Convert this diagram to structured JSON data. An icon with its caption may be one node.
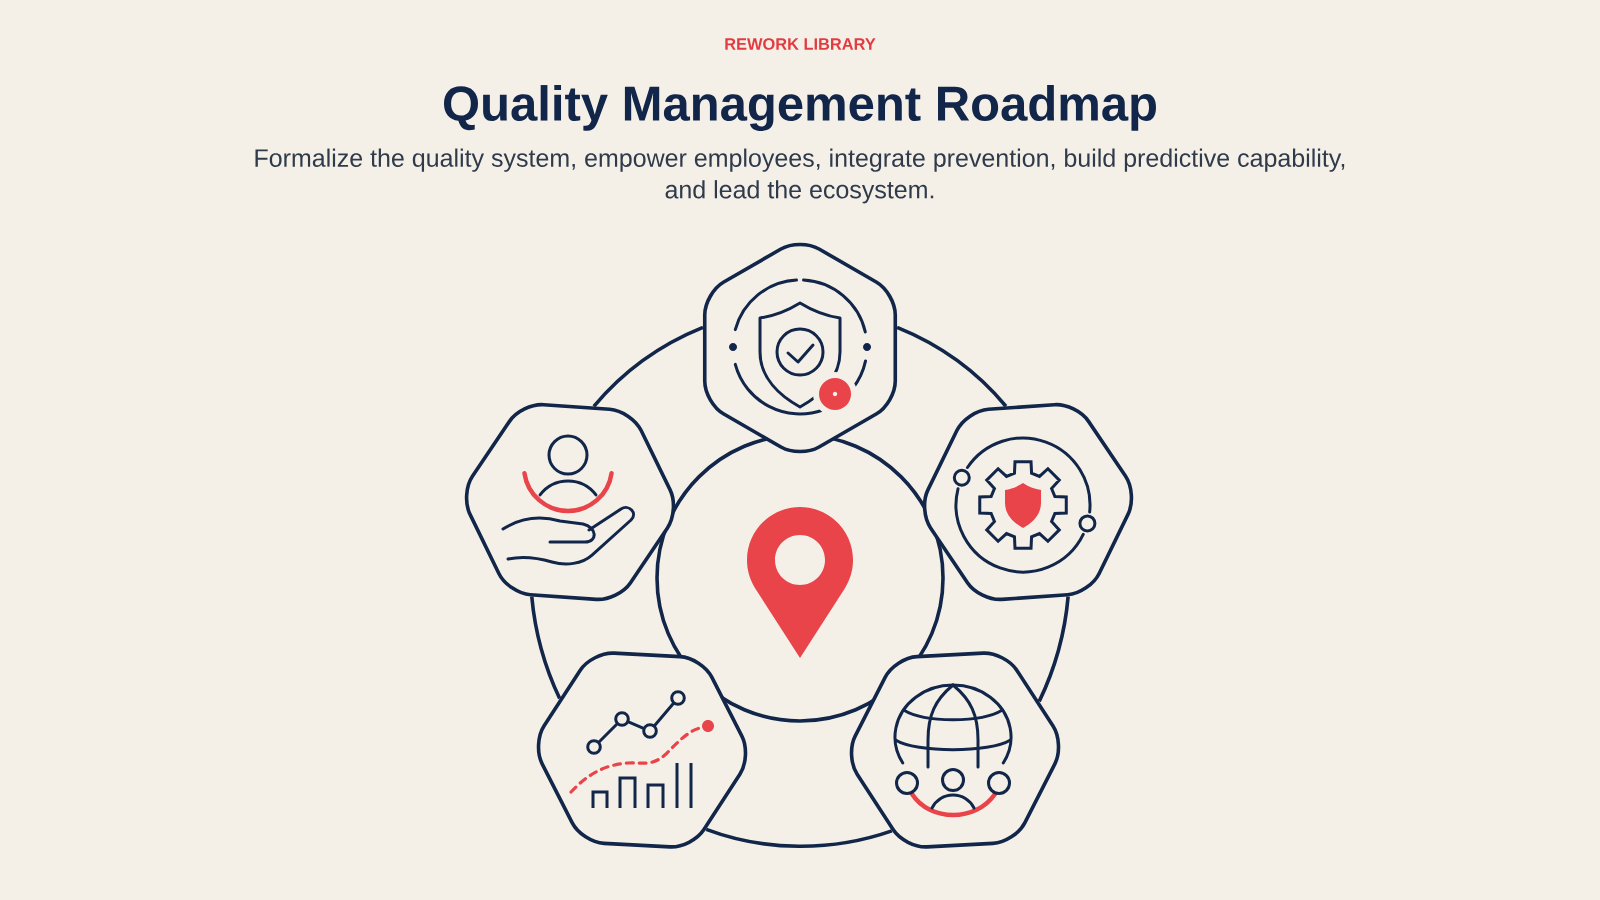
{
  "diagram": {
    "title": "Quality Management Roadmap",
    "nodes": [
      {
        "text": [],
        "shape": "hexagon"
      },
      {
        "text": [],
        "shape": "hexagon"
      },
      {
        "text": [],
        "shape": "hexagon"
      },
      {
        "text": [],
        "shape": "circle"
      },
      {
        "text": [],
        "shape": "hexagon"
      },
      {
        "text": [],
        "shape": "hexagon"
      }
    ],
    "edges": [
      {
        "from": 0,
        "to": 2,
        "arrow": "none"
      },
      {
        "from": 2,
        "to": 5,
        "arrow": "none"
      },
      {
        "from": 5,
        "to": 4,
        "arrow": "none"
      },
      {
        "from": 4,
        "to": 1,
        "arrow": "none"
      },
      {
        "from": 1,
        "to": 0,
        "arrow": "none"
      }
    ],
    "labels": [
      "REWORK LIBRARY",
      "Formalize the quality system, empower employees, integrate prevention, build predictive capability, and lead the ecosystem."
    ]
  }
}
